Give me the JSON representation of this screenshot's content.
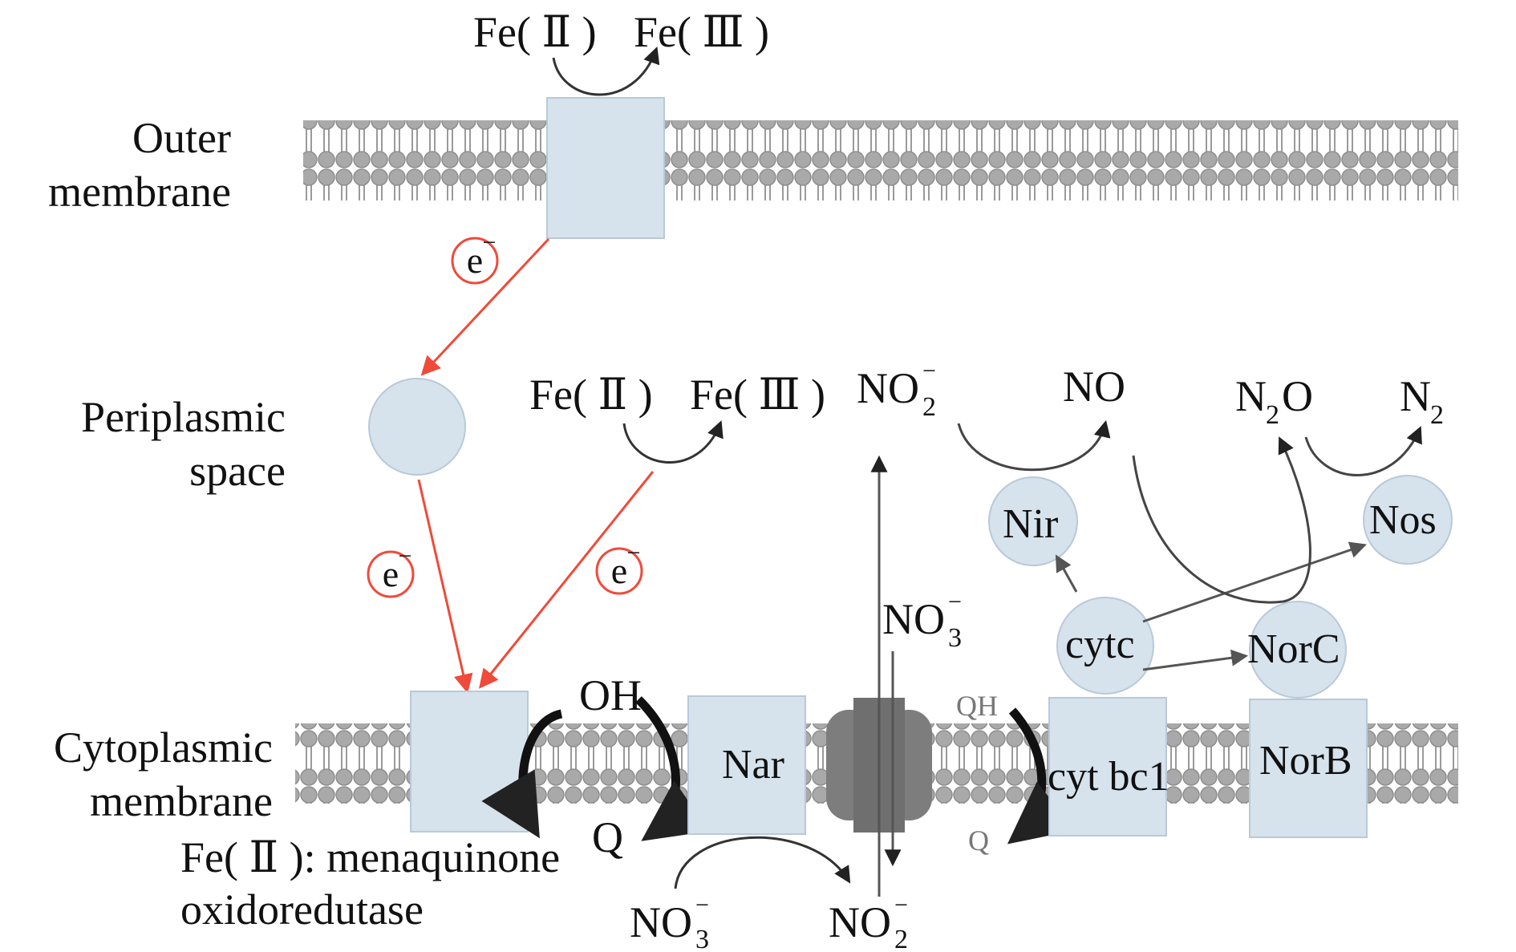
{
  "labels": {
    "outer_membrane_line1": "Outer",
    "outer_membrane_line2": "membrane",
    "periplasmic_line1": "Periplasmic",
    "periplasmic_line2": "space",
    "cytoplasmic_line1": "Cytoplasmic",
    "cytoplasmic_line2": "membrane",
    "caption_line1": "Fe( Ⅱ ): menaquinone",
    "caption_line2": "oxidoredutase"
  },
  "iron": {
    "top_fe2": "Fe( Ⅱ )",
    "top_fe3": "Fe( Ⅲ )",
    "mid_fe2": "Fe( Ⅱ )",
    "mid_fe3": "Fe( Ⅲ )"
  },
  "electron": {
    "symbol": "e",
    "charge": "−"
  },
  "nitrogen": {
    "no2_top": "NO",
    "no2_top_sub": "2",
    "no2_top_sup": "−",
    "no": "NO",
    "n2o_n": "N",
    "n2o_sub": "2",
    "n2o_o": "O",
    "n2": "N",
    "n2_sub": "2",
    "no3_mid": "NO",
    "no3_mid_sub": "3",
    "no3_mid_sup": "−",
    "no3_bottom": "NO",
    "no3_bottom_sub": "3",
    "no3_bottom_sup": "−",
    "no2_bottom": "NO",
    "no2_bottom_sub": "2",
    "no2_bottom_sup": "−"
  },
  "quinone": {
    "oh_left": "OH",
    "q_left": "Q",
    "qh_right": "QH",
    "q_right": "Q"
  },
  "enzymes": {
    "nar": "Nar",
    "cyt_bc1": "cyt bc1",
    "norb": "NorB",
    "nir": "Nir",
    "cytc": "cytc",
    "norc": "NorC",
    "nos": "Nos"
  },
  "colors": {
    "protein": "#d6e2ec",
    "protein_stroke": "#b9c9d8",
    "lipid": "#a9a9a9",
    "electron_red": "#f04a3a",
    "channel": "#7d7d7d",
    "arrow": "#333333"
  }
}
